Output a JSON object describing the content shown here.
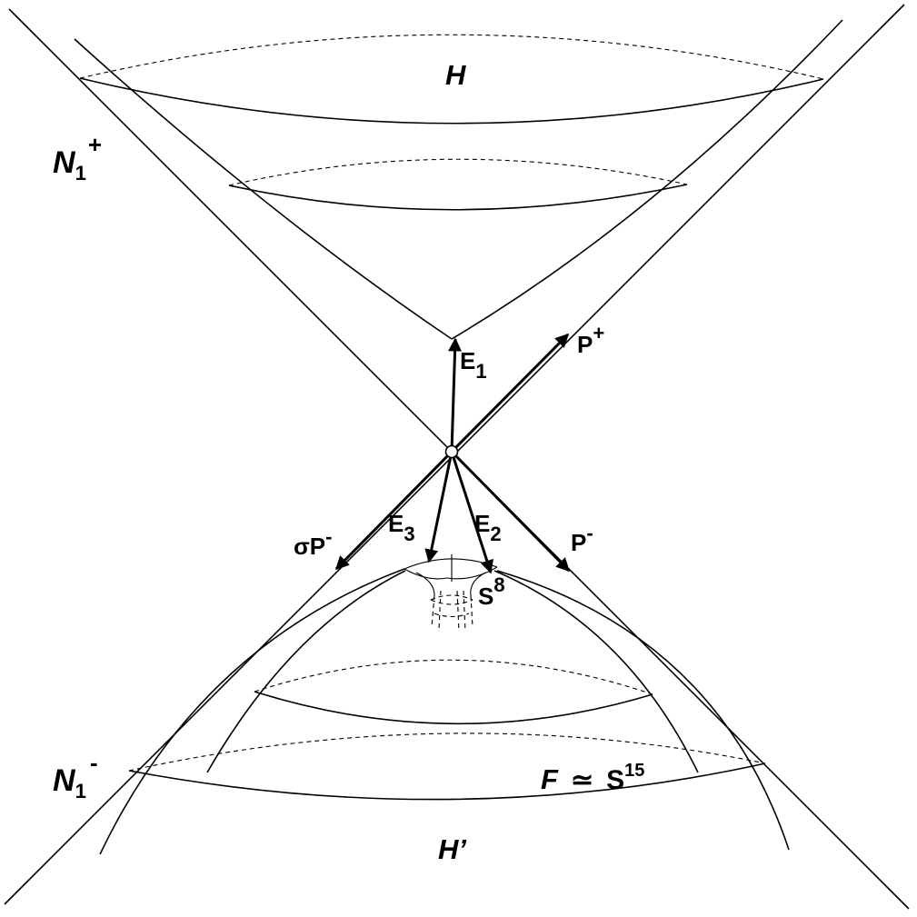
{
  "labels": {
    "H": "H",
    "H_prime": "H’",
    "N1_plus": {
      "base": "N",
      "sub": "1",
      "sup": "+"
    },
    "N1_minus": {
      "base": "N",
      "sub": "1",
      "sup": "-"
    },
    "E1": {
      "base": "E",
      "sub": "1"
    },
    "E2": {
      "base": "E",
      "sub": "2"
    },
    "E3": {
      "base": "E",
      "sub": "3"
    },
    "P_plus": {
      "base": "P",
      "sup": "+"
    },
    "P_minus": {
      "base": "P",
      "sup": "-"
    },
    "sigma_P_minus": {
      "base": "σP",
      "sup": "-"
    },
    "S8": {
      "base": "S",
      "sup": "8"
    },
    "F_S15": {
      "base": "F",
      "rel": "≃",
      "sbase": "S",
      "sup": "15"
    }
  },
  "colors": {
    "ink": "#000000",
    "background": "#ffffff",
    "origin_fill": "#ffffff"
  }
}
